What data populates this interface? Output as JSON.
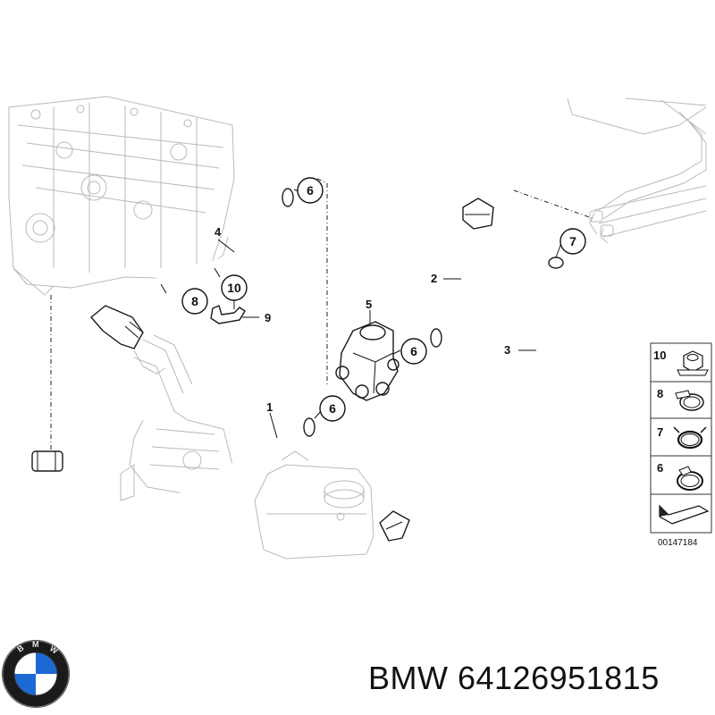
{
  "callouts": {
    "c1": "1",
    "c2": "2",
    "c3": "3",
    "c4": "4",
    "c5": "5",
    "c6a": "6",
    "c6b": "6",
    "c6c": "6",
    "c7": "7",
    "c8": "8",
    "c9": "9",
    "c10": "10"
  },
  "legend": {
    "items": [
      {
        "number": "10",
        "icon": "hex-nut-icon"
      },
      {
        "number": "8",
        "icon": "hose-clamp-icon"
      },
      {
        "number": "7",
        "icon": "spring-clamp-icon"
      },
      {
        "number": "6",
        "icon": "hose-clip-icon"
      }
    ],
    "arrow_icon": "direction-arrow-icon",
    "code": "00147184"
  },
  "brand": {
    "logo": "bmw-roundel-logo",
    "text": "BMW 64126951815"
  },
  "colors": {
    "line": "#1a1a1a",
    "ghost": "#b9b9b9",
    "roundel_blue": "#1c69d4"
  }
}
